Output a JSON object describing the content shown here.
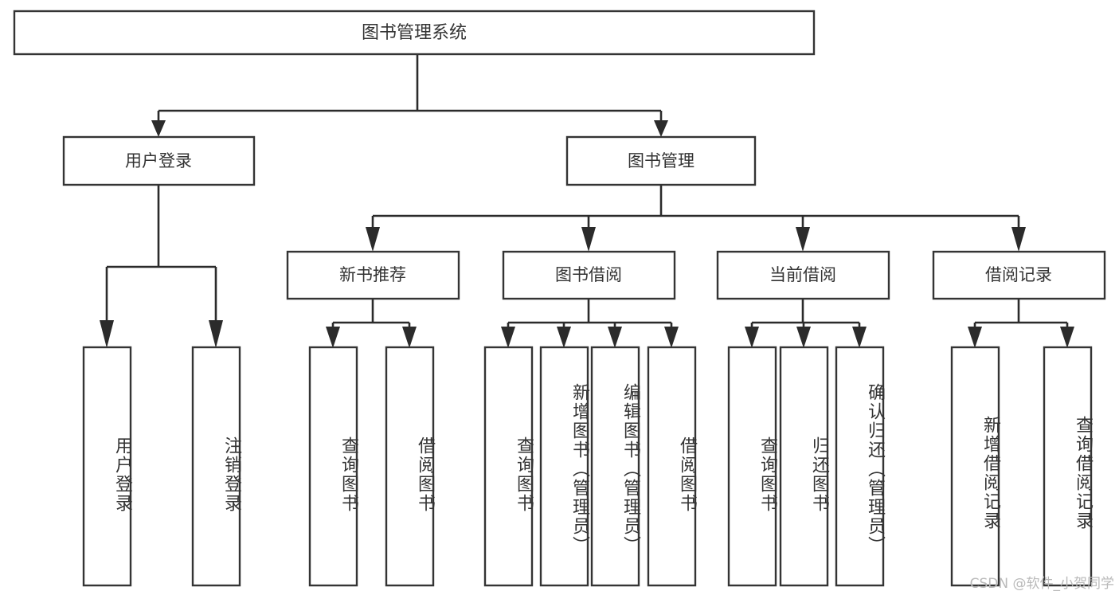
{
  "diagram": {
    "title_node": {
      "label": "图书管理系统"
    },
    "level1": [
      {
        "id": "user-login",
        "label": "用户登录"
      },
      {
        "id": "book-manage",
        "label": "图书管理"
      }
    ],
    "level2": [
      {
        "id": "new-book-recommend",
        "label": "新书推荐"
      },
      {
        "id": "book-borrow",
        "label": "图书借阅"
      },
      {
        "id": "current-borrow",
        "label": "当前借阅"
      },
      {
        "id": "borrow-record",
        "label": "借阅记录"
      }
    ],
    "leaves": {
      "user_login": [
        {
          "id": "leaf-user-login",
          "label": "用户登录"
        },
        {
          "id": "leaf-logout-login",
          "label": "注销登录"
        }
      ],
      "new_book_recommend": [
        {
          "id": "leaf-query-book-1",
          "label": "查询图书"
        },
        {
          "id": "leaf-borrow-book-1",
          "label": "借阅图书"
        }
      ],
      "book_borrow": [
        {
          "id": "leaf-query-book-2",
          "label": "查询图书"
        },
        {
          "id": "leaf-add-book",
          "label": "新增图书（管理员）"
        },
        {
          "id": "leaf-edit-book",
          "label": "编辑图书（管理员）"
        },
        {
          "id": "leaf-borrow-book-2",
          "label": "借阅图书"
        }
      ],
      "current_borrow": [
        {
          "id": "leaf-query-book-3",
          "label": "查询图书"
        },
        {
          "id": "leaf-return-book",
          "label": "归还图书"
        },
        {
          "id": "leaf-confirm-return",
          "label": "确认归还（管理员）"
        }
      ],
      "borrow_record": [
        {
          "id": "leaf-add-borrow-record",
          "label": "新增借阅记录"
        },
        {
          "id": "leaf-query-borrow-record",
          "label": "查询借阅记录"
        }
      ]
    }
  },
  "watermark": {
    "text": "CSDN @软件_小贺同学"
  },
  "colors": {
    "box_stroke": "#343434",
    "connector": "#2b2b2b",
    "text": "#333333",
    "background": "#ffffff",
    "watermark": "#b9b9b9"
  }
}
